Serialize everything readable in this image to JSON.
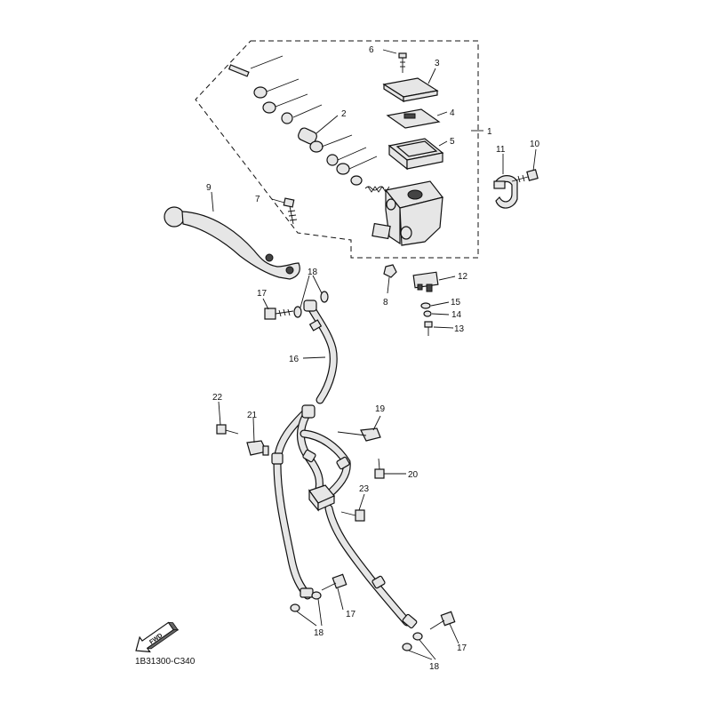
{
  "diagram_code": "1B31300-C340",
  "fwd_label": "FWD",
  "callouts": {
    "c1": "1",
    "c2": "2",
    "c3": "3",
    "c4": "4",
    "c5": "5",
    "c6": "6",
    "c7": "7",
    "c8": "8",
    "c9": "9",
    "c10": "10",
    "c11": "11",
    "c12": "12",
    "c13": "13",
    "c14": "14",
    "c15": "15",
    "c16": "16",
    "c17a": "17",
    "c17b": "17",
    "c17c": "17",
    "c18a": "18",
    "c18b": "18",
    "c18c": "18",
    "c19": "19",
    "c20": "20",
    "c21": "21",
    "c22": "22",
    "c23": "23"
  }
}
